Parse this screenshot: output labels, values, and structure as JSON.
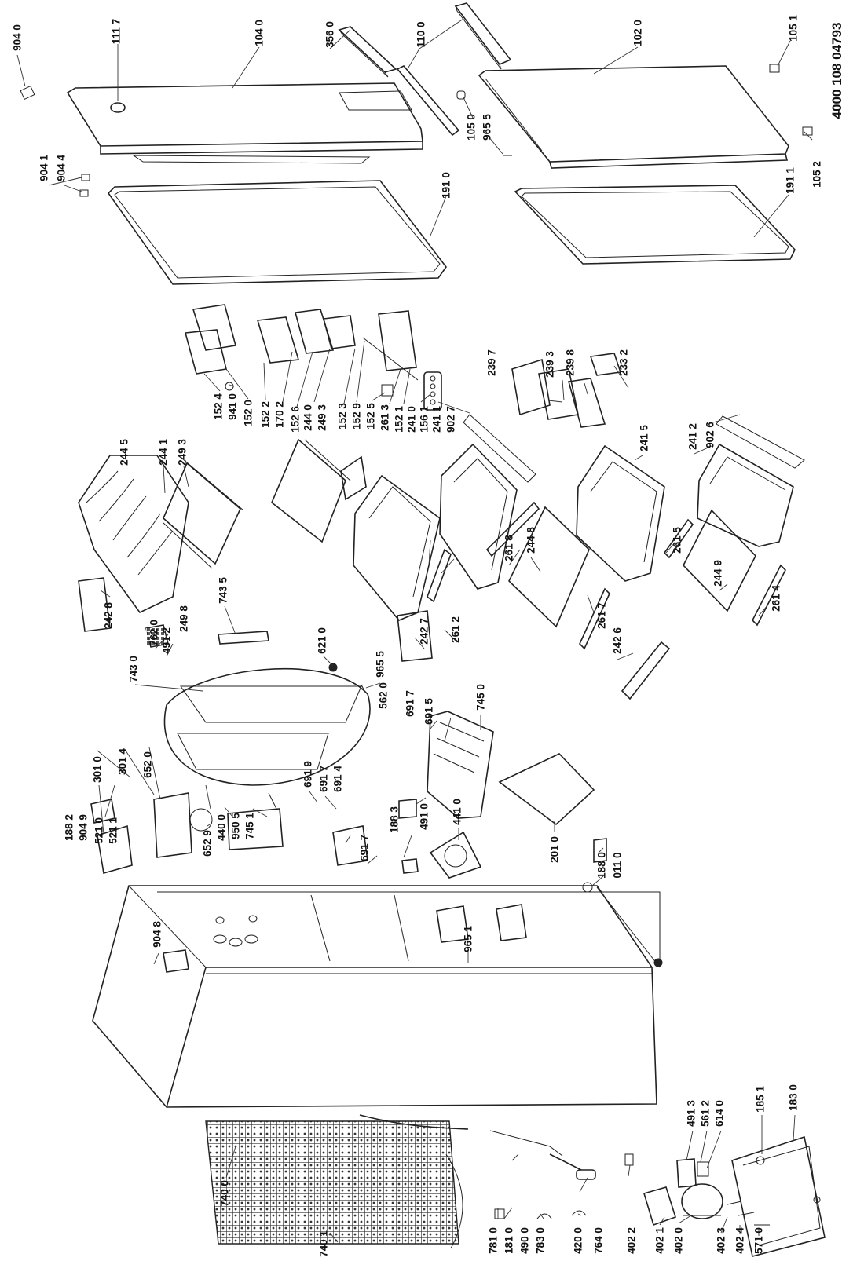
{
  "document_number": "4000 108 04793",
  "part_labels": [
    "904 0",
    "111 7",
    "104 0",
    "356 0",
    "110 0",
    "102 0",
    "105 1",
    "105 0",
    "965 5",
    "191 1",
    "105 2",
    "904 1",
    "904 4",
    "191 0",
    "244 5",
    "244 1",
    "249 3",
    "152 4",
    "941 0",
    "152 0",
    "152 2",
    "170 2",
    "152 6",
    "244 0",
    "249 3",
    "152 3",
    "152 9",
    "152 5",
    "261 3",
    "152 1",
    "241 0",
    "156 1",
    "241 1",
    "902 7",
    "239 7",
    "239 3",
    "239 8",
    "233 2",
    "241 5",
    "241 2",
    "902 6",
    "242 8",
    "249 8",
    "743 5",
    "621 0",
    "965 5",
    "242 7",
    "261 2",
    "261 8",
    "244 8",
    "261 7",
    "242 6",
    "261 5",
    "244 9",
    "261 4",
    "743 0",
    "762 0",
    "491 2",
    "562 0",
    "691 7",
    "691 5",
    "745 0",
    "188 2",
    "904 9",
    "301 0",
    "301 4",
    "652 0",
    "521 0",
    "521 1",
    "652 9",
    "440 0",
    "950 5",
    "745 1",
    "691 9",
    "691 7",
    "691 4",
    "691 7",
    "188 3",
    "491 0",
    "441 0",
    "201 0",
    "188 0",
    "011 0",
    "904 8",
    "965 1",
    "740 0",
    "740 1",
    "781 0",
    "181 0",
    "490 0",
    "783 0",
    "420 0",
    "764 0",
    "402 2",
    "402 1",
    "402 0",
    "402 3",
    "402 4",
    "571 0",
    "491 3",
    "561 2",
    "614 0",
    "185 1",
    "183 0"
  ],
  "icons": {
    "cabinet": "cabinet-outline",
    "door": "door-outline",
    "gasket": "gasket-frame",
    "compressor": "compressor-unit",
    "condenser": "condenser-grill"
  }
}
